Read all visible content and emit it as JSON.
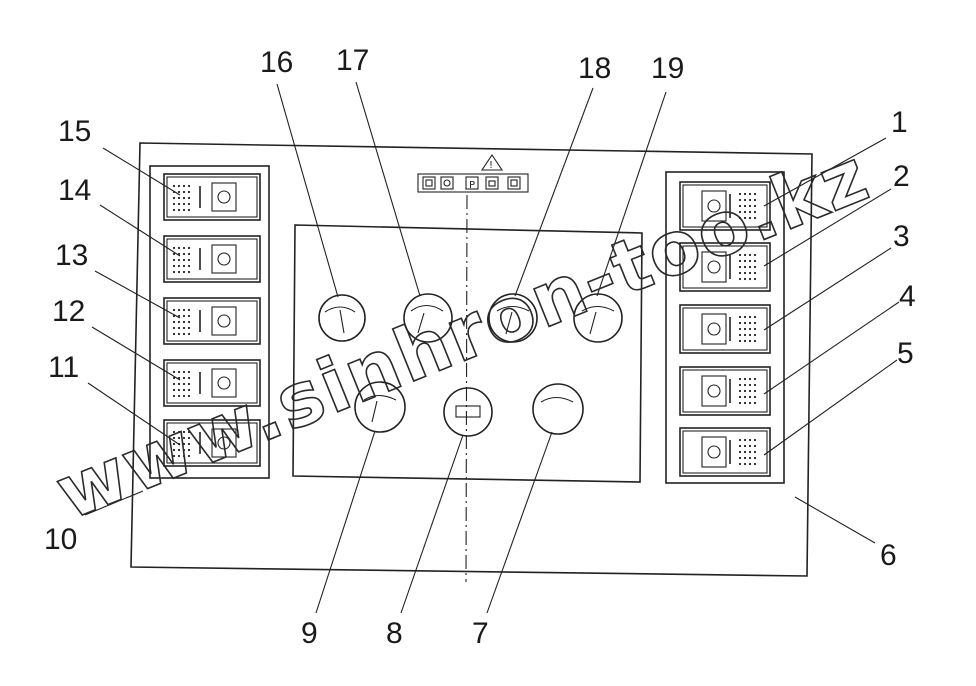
{
  "diagram": {
    "callouts": [
      {
        "id": "c1",
        "label": "1"
      },
      {
        "id": "c2",
        "label": "2"
      },
      {
        "id": "c3",
        "label": "3"
      },
      {
        "id": "c4",
        "label": "4"
      },
      {
        "id": "c5",
        "label": "5"
      },
      {
        "id": "c6",
        "label": "6"
      },
      {
        "id": "c7",
        "label": "7"
      },
      {
        "id": "c8",
        "label": "8"
      },
      {
        "id": "c9",
        "label": "9"
      },
      {
        "id": "c10",
        "label": "10"
      },
      {
        "id": "c11",
        "label": "11"
      },
      {
        "id": "c12",
        "label": "12"
      },
      {
        "id": "c13",
        "label": "13"
      },
      {
        "id": "c14",
        "label": "14"
      },
      {
        "id": "c15",
        "label": "15"
      },
      {
        "id": "c16",
        "label": "16"
      },
      {
        "id": "c17",
        "label": "17"
      },
      {
        "id": "c18",
        "label": "18"
      },
      {
        "id": "c19",
        "label": "19"
      }
    ],
    "watermark": "www.sinhron-too.kz",
    "left_switches": [
      "lamp-icon",
      "sun-icon",
      "fan-icon",
      "headlight-icon",
      "light-icon"
    ],
    "right_switches": [
      "wiper-icon",
      "window-icon",
      "wiper-blade-icon",
      "rear-defrost-icon",
      "arrows-icon"
    ],
    "warning_symbol": "warning-triangle-icon"
  }
}
